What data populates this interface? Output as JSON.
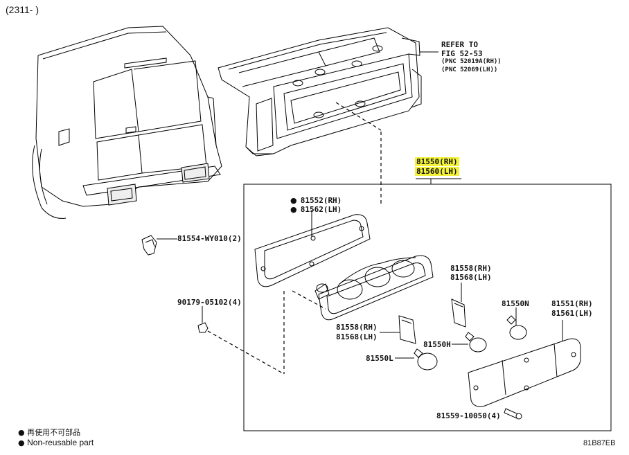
{
  "header": {
    "code": "(2311- )"
  },
  "reference": {
    "line1": "REFER TO",
    "line2": "FIG 52-53",
    "line3": "(PNC 52019A(RH))",
    "line4": "(PNC 52069(LH))"
  },
  "assembly": {
    "rh": "81550(RH)",
    "lh": "81560(LH)",
    "highlight_color": "#f2f23a"
  },
  "parts": {
    "gasket_rh": "81552(RH)",
    "gasket_lh": "81562(LH)",
    "clip": "81554-WY010(2)",
    "screw_90179": "90179-05102(4)",
    "socket_upper_rh": "81558(RH)",
    "socket_upper_lh": "81568(LH)",
    "socket_lower_rh": "81558(RH)",
    "socket_lower_lh": "81568(LH)",
    "bulb_n": "81550N",
    "bulb_h": "81550H",
    "bulb_l": "81550L",
    "lens_rh": "81551(RH)",
    "lens_lh": "81561(LH)",
    "screw_81559": "81559-10050(4)"
  },
  "legend": {
    "item1": "再使用不可部品",
    "item2": "Non-reusable part"
  },
  "footer": {
    "figure_id": "81B87EB"
  }
}
